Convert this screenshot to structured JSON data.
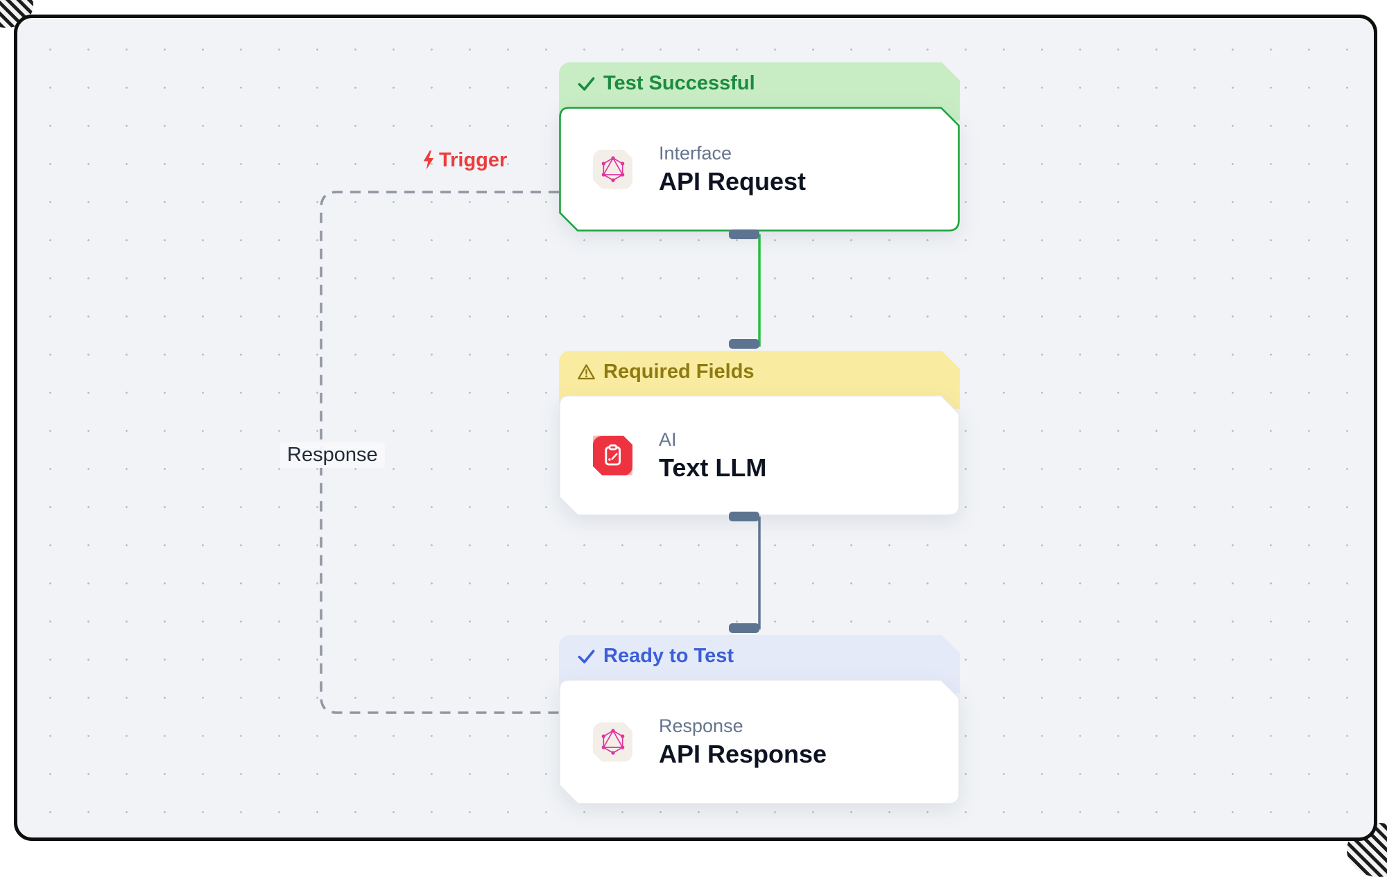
{
  "app": {
    "view": "workflow-canvas"
  },
  "labels": {
    "trigger": "Trigger",
    "response_edge": "Response"
  },
  "nodes": [
    {
      "status_label": "Test Successful",
      "status_icon": "check-icon",
      "theme": "success",
      "icon": "graphql-icon",
      "category": "Interface",
      "title": "API Request"
    },
    {
      "status_label": "Required Fields",
      "status_icon": "warning-icon",
      "theme": "warning",
      "icon": "clipboard-pencil-icon",
      "category": "AI",
      "title": "Text LLM"
    },
    {
      "status_label": "Ready to Test",
      "status_icon": "check-icon",
      "theme": "ready",
      "icon": "graphql-icon",
      "category": "Response",
      "title": "API Response"
    }
  ],
  "colors": {
    "canvas_bg": "#f1f3f6",
    "frame_border": "#0e0e0e",
    "success_banner_bg": "#c8edc4",
    "success_text": "#1d8a40",
    "success_node_border": "#1ca33c",
    "warning_banner_bg": "#f9eca0",
    "warning_text": "#8f7a10",
    "ready_banner_bg": "#e5eaf9",
    "ready_text": "#3b5fd9",
    "edge_green": "#22c13b",
    "edge_gray": "#5e7590",
    "edge_dashed": "#8f96a1",
    "handle": "#5d7490",
    "trigger_red": "#ee3b3b",
    "graphql_pink": "#df35a0",
    "ai_icon_red": "#ee3340",
    "icon_box_beige": "#f3efe8",
    "category_text": "#64748b",
    "title_text": "#0d1321"
  }
}
